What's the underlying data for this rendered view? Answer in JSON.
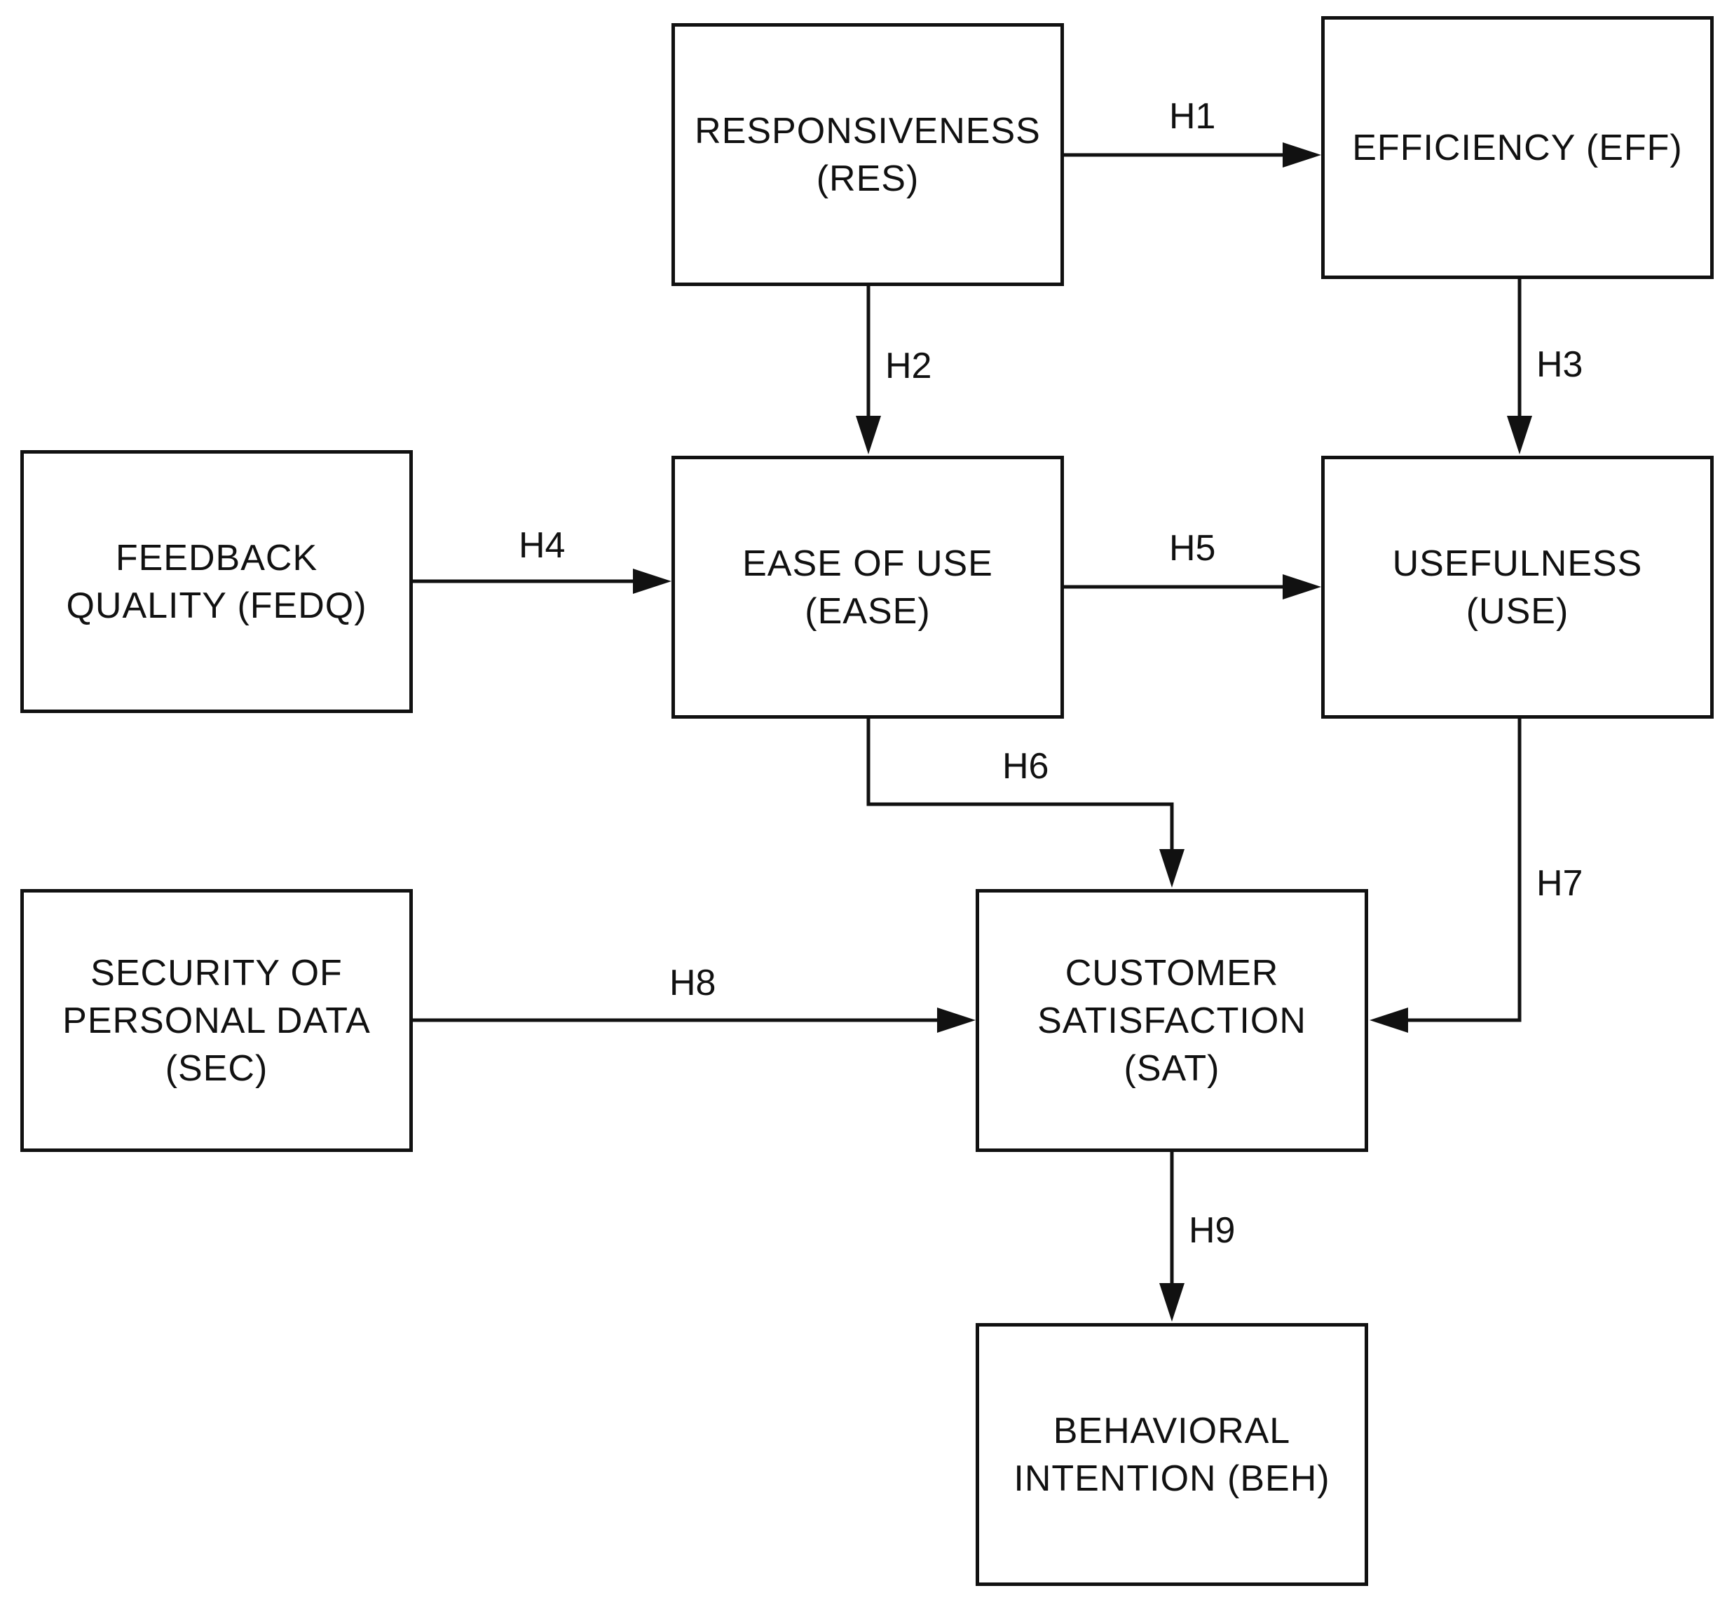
{
  "diagram": {
    "nodes": {
      "res": {
        "lines": [
          "RESPONSIVENESS",
          "(RES)"
        ]
      },
      "eff": {
        "lines": [
          "EFFICIENCY (EFF)"
        ]
      },
      "fedq": {
        "lines": [
          "FEEDBACK",
          "QUALITY (FEDQ)"
        ]
      },
      "ease": {
        "lines": [
          "EASE OF USE",
          "(EASE)"
        ]
      },
      "use": {
        "lines": [
          "USEFULNESS",
          "(USE)"
        ]
      },
      "sec": {
        "lines": [
          "SECURITY OF",
          "PERSONAL DATA",
          "(SEC)"
        ]
      },
      "sat": {
        "lines": [
          "CUSTOMER",
          "SATISFACTION",
          "(SAT)"
        ]
      },
      "beh": {
        "lines": [
          "BEHAVIORAL",
          "INTENTION (BEH)"
        ]
      }
    },
    "edges": {
      "h1": {
        "label": "H1",
        "from": "RES",
        "to": "EFF"
      },
      "h2": {
        "label": "H2",
        "from": "RES",
        "to": "EASE"
      },
      "h3": {
        "label": "H3",
        "from": "EFF",
        "to": "USE"
      },
      "h4": {
        "label": "H4",
        "from": "FEDQ",
        "to": "EASE"
      },
      "h5": {
        "label": "H5",
        "from": "EASE",
        "to": "USE"
      },
      "h6": {
        "label": "H6",
        "from": "EASE",
        "to": "SAT"
      },
      "h7": {
        "label": "H7",
        "from": "USE",
        "to": "SAT"
      },
      "h8": {
        "label": "H8",
        "from": "SEC",
        "to": "SAT"
      },
      "h9": {
        "label": "H9",
        "from": "SAT",
        "to": "BEH"
      }
    },
    "colors": {
      "stroke": "#111111",
      "background": "#ffffff"
    }
  }
}
